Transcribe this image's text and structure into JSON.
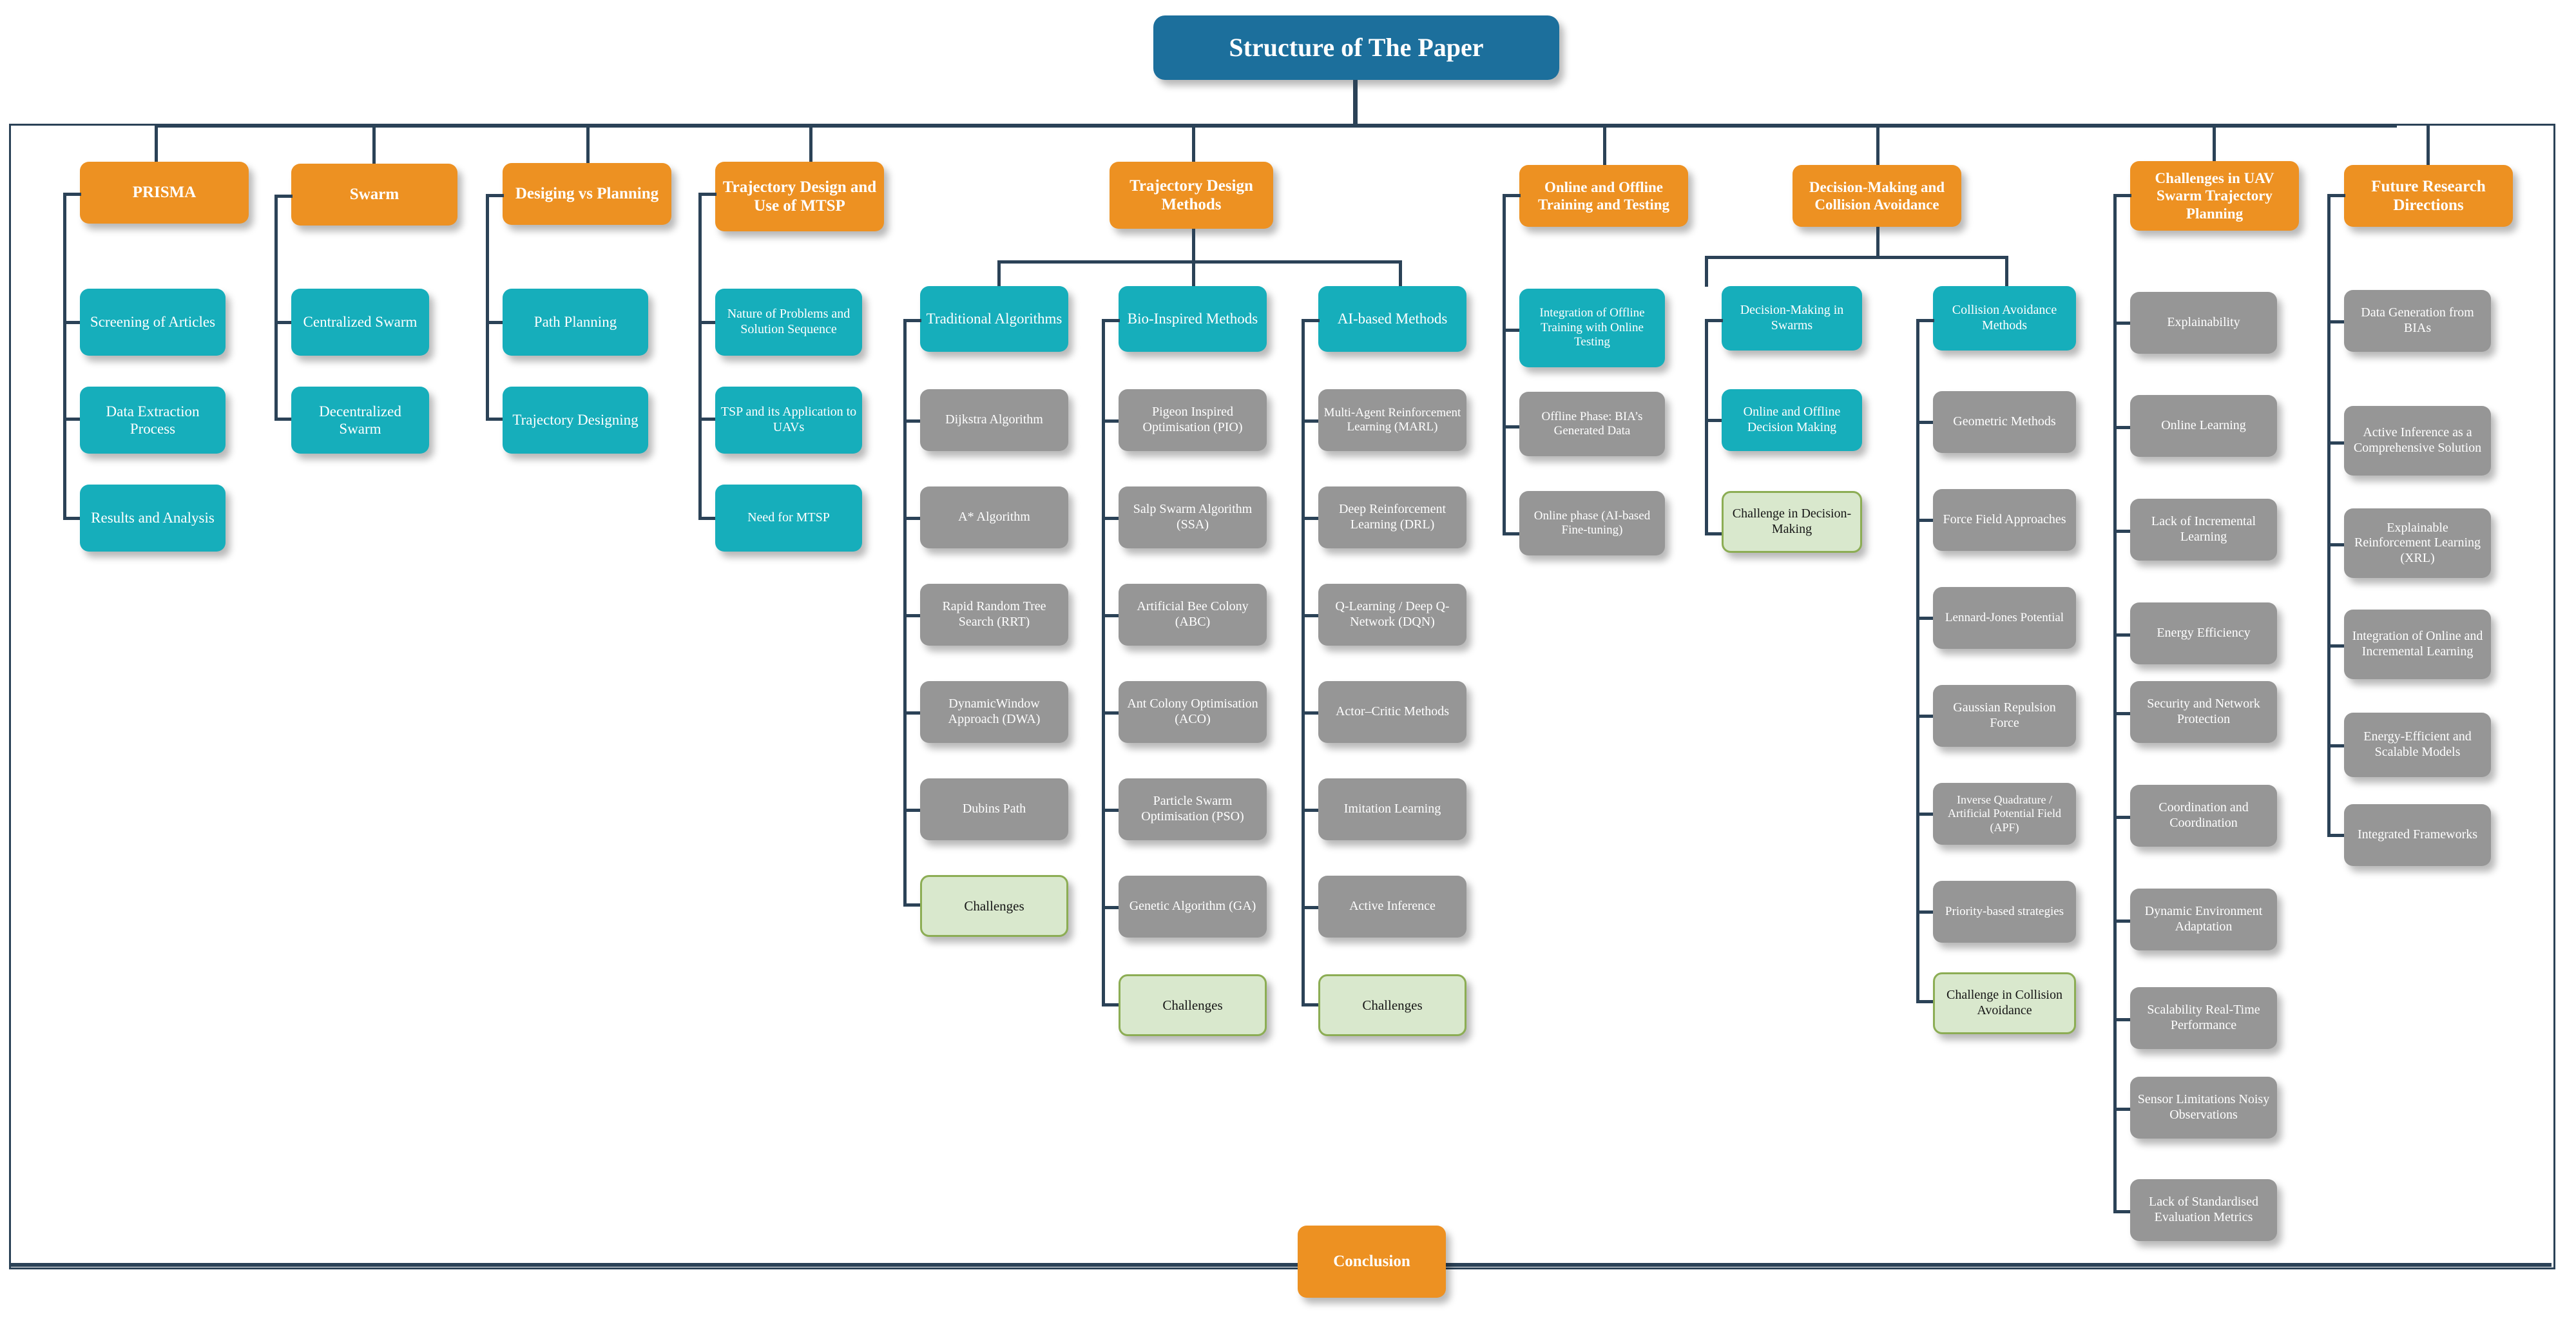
{
  "diagram": {
    "title": "Structure of The Paper",
    "conclusion": "Conclusion",
    "colors": {
      "root": "#1C6F9C",
      "level1": "#ED9122",
      "level2": "#16AEBB",
      "level3": "#969696",
      "challenge_fill": "#D9E8CD",
      "challenge_border": "#8CAD54",
      "connector": "#2B4257",
      "text_light": "#FFFFFF",
      "text_dark": "#161616"
    },
    "branches": [
      {
        "id": "prisma",
        "header": "PRISMA",
        "children": [
          "Screening of Articles",
          "Data Extraction Process",
          "Results and Analysis"
        ]
      },
      {
        "id": "swarm",
        "header": "Swarm",
        "children": [
          "Centralized Swarm",
          "Decentralized Swarm"
        ]
      },
      {
        "id": "designing-vs-planning",
        "header": "Desiging vs Planning",
        "children": [
          "Path Planning",
          "Trajectory Designing"
        ]
      },
      {
        "id": "trajectory-design-mtsp",
        "header": "Trajectory Design and Use of MTSP",
        "children": [
          "Nature of Problems and Solution Sequence",
          "TSP and its Application to UAVs",
          "Need for MTSP"
        ]
      },
      {
        "id": "trajectory-design-methods",
        "header": "Trajectory Design Methods",
        "subgroups": [
          {
            "id": "traditional-algorithms",
            "header": "Traditional Algorithms",
            "children": [
              "Dijkstra Algorithm",
              "A* Algorithm",
              "Rapid Random Tree Search (RRT)",
              "DynamicWindow Approach (DWA)",
              "Dubins Path"
            ],
            "challenge": "Challenges"
          },
          {
            "id": "bio-inspired-methods",
            "header": "Bio-Inspired Methods",
            "children": [
              "Pigeon Inspired Optimisation (PIO)",
              "Salp Swarm Algorithm (SSA)",
              "Artificial Bee Colony (ABC)",
              "Ant Colony Optimisation (ACO)",
              "Particle Swarm Optimisation (PSO)",
              "Genetic Algorithm (GA)"
            ],
            "challenge": "Challenges"
          },
          {
            "id": "ai-based-methods",
            "header": "AI-based Methods",
            "children": [
              "Multi-Agent Reinforcement Learning (MARL)",
              "Deep Reinforcement Learning (DRL)",
              "Q-Learning / Deep Q-Network (DQN)",
              "Actor–Critic Methods",
              "Imitation Learning",
              "Active Inference"
            ],
            "challenge": "Challenges"
          }
        ]
      },
      {
        "id": "online-offline-training",
        "header": "Online and Offline Training and Testing",
        "children_teal": [
          "Integration of Offline Training with Online Testing"
        ],
        "children_gray": [
          "Offline Phase: BIA’s Generated Data",
          "Online phase (AI-based Fine-tuning)"
        ]
      },
      {
        "id": "decision-making-collision-avoidance",
        "header": "Decision-Making and Collision Avoidance",
        "subgroups": [
          {
            "id": "decision-making-in-swarms",
            "header": "Decision-Making in Swarms",
            "children_teal": [
              "Online and Offline Decision Making"
            ],
            "challenge": "Challenge in Decision-Making"
          },
          {
            "id": "collision-avoidance-methods",
            "header": "Collision Avoidance Methods",
            "children": [
              "Geometric Methods",
              "Force Field Approaches",
              "Lennard-Jones Potential",
              "Gaussian Repulsion Force",
              "Inverse Quadrature / Artificial Potential Field (APF)",
              "Priority-based strategies"
            ],
            "challenge": "Challenge in Collision Avoidance"
          }
        ]
      },
      {
        "id": "challenges-uav-swarm-trajectory-planning",
        "header": "Challenges in UAV Swarm Trajectory Planning",
        "children": [
          "Explainability",
          "Online Learning",
          "Lack of Incremental Learning",
          "Energy Efficiency",
          "Security and Network Protection",
          "Coordination and Coordination",
          "Dynamic Environment Adaptation",
          "Scalability Real-Time Performance",
          "Sensor Limitations Noisy Observations",
          "Lack of Standardised Evaluation Metrics"
        ]
      },
      {
        "id": "future-research-directions",
        "header": "Future Research Directions",
        "children": [
          "Data Generation from BIAs",
          "Active Inference as a Comprehensive Solution",
          "Explainable Reinforcement Learning (XRL)",
          "Integration of Online and Incremental Learning",
          "Energy-Efficient and Scalable Models",
          "Integrated Frameworks"
        ]
      }
    ]
  }
}
